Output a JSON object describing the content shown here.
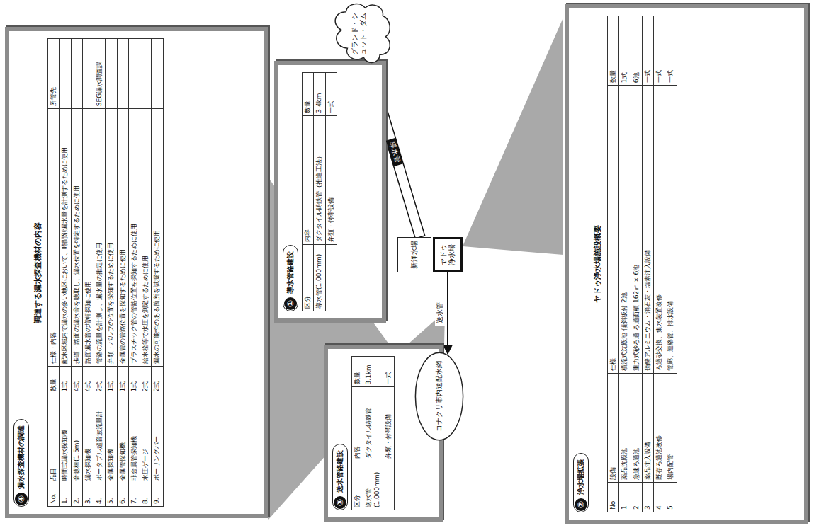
{
  "diagram": {
    "nodes": [
      {
        "text": [
          "④",
          "漏水探査機材の調達",
          "調達する漏水探査機材の内容"
        ]
      },
      {
        "text": [
          "①",
          "導水管路建設"
        ]
      },
      {
        "text": [
          "グランド・シュット・ダム"
        ]
      },
      {
        "text": [
          "新浄水場"
        ]
      },
      {
        "text": [
          "ヤドゥ浄水場"
        ]
      },
      {
        "text": [
          "③",
          "送水管路建設"
        ]
      },
      {
        "text": [
          "コナクリ市内送配水網"
        ]
      },
      {
        "text": [
          "②",
          "浄水場拡張",
          "ヤドゥ浄水場施設概要"
        ]
      }
    ],
    "edges": [
      {
        "from": 2,
        "to": 3,
        "label": "導水管",
        "arrow": "none"
      },
      {
        "from": 4,
        "to": 6,
        "label": "送水管",
        "arrow": "to"
      }
    ],
    "labels": [
      "No.",
      "品目",
      "数量",
      "仕様・内容",
      "所管先",
      "1.",
      "時間式漏水探知機",
      "1式",
      "配水区域内で漏水の多い地区において、時間別漏水量を計測するために使用",
      "2.",
      "音聴棒(1.5m)",
      "4式",
      "歩道・路面の漏水音を聴取し、漏水位置を特定するために使用",
      "3.",
      "漏水探知機",
      "4式",
      "路面漏水音の増幅探知に使用",
      "4.",
      "ポータブル超音波流量計",
      "2式",
      "管路の流量を計測し、漏水量の推定に使用",
      "SEG漏水調査課",
      "5.",
      "金属探知機",
      "1式",
      "弁類・バルブの位置を探知するために使用",
      "6.",
      "金属管探知機",
      "1式",
      "金属管の管路位置を探知するために使用",
      "7.",
      "非金属管探知機",
      "1式",
      "プラスチック管の管路位置を探知するために使用",
      "8.",
      "水圧ゲージ",
      "2式",
      "給水栓等で水圧を測定するために使用",
      "9.",
      "ボーリングバー",
      "2式",
      "漏水の可能性のある箇所を試掘するために使用",
      "区分",
      "内容",
      "数量",
      "導水管(1,000mm)",
      "ダクタイル鋳鉄管（推進工法）",
      "3.4km",
      "弁類・付帯設備",
      "一式",
      "区分",
      "内容",
      "数量",
      "送水管(1,000mm)",
      "ダクタイル鋳鉄管",
      "3.1km",
      "弁類・付帯設備",
      "一式",
      "No.",
      "設備",
      "仕様",
      "数量",
      "1",
      "薬品沈殿池",
      "横流式沈殿池 傾斜板付 2池",
      "1式",
      "2",
      "急速ろ過池",
      "重力式砂ろ過 ろ過面積 162㎡ × 6池",
      "6池",
      "3",
      "薬品注入設備",
      "硫酸アルミニウム・消石灰・塩素注入設備",
      "一式",
      "4",
      "既存ろ過池改修",
      "ろ過砂交換、集水装置改修",
      "一式",
      "5",
      "場内配管",
      "管廊、連絡管、排水設備",
      "一式"
    ]
  }
}
